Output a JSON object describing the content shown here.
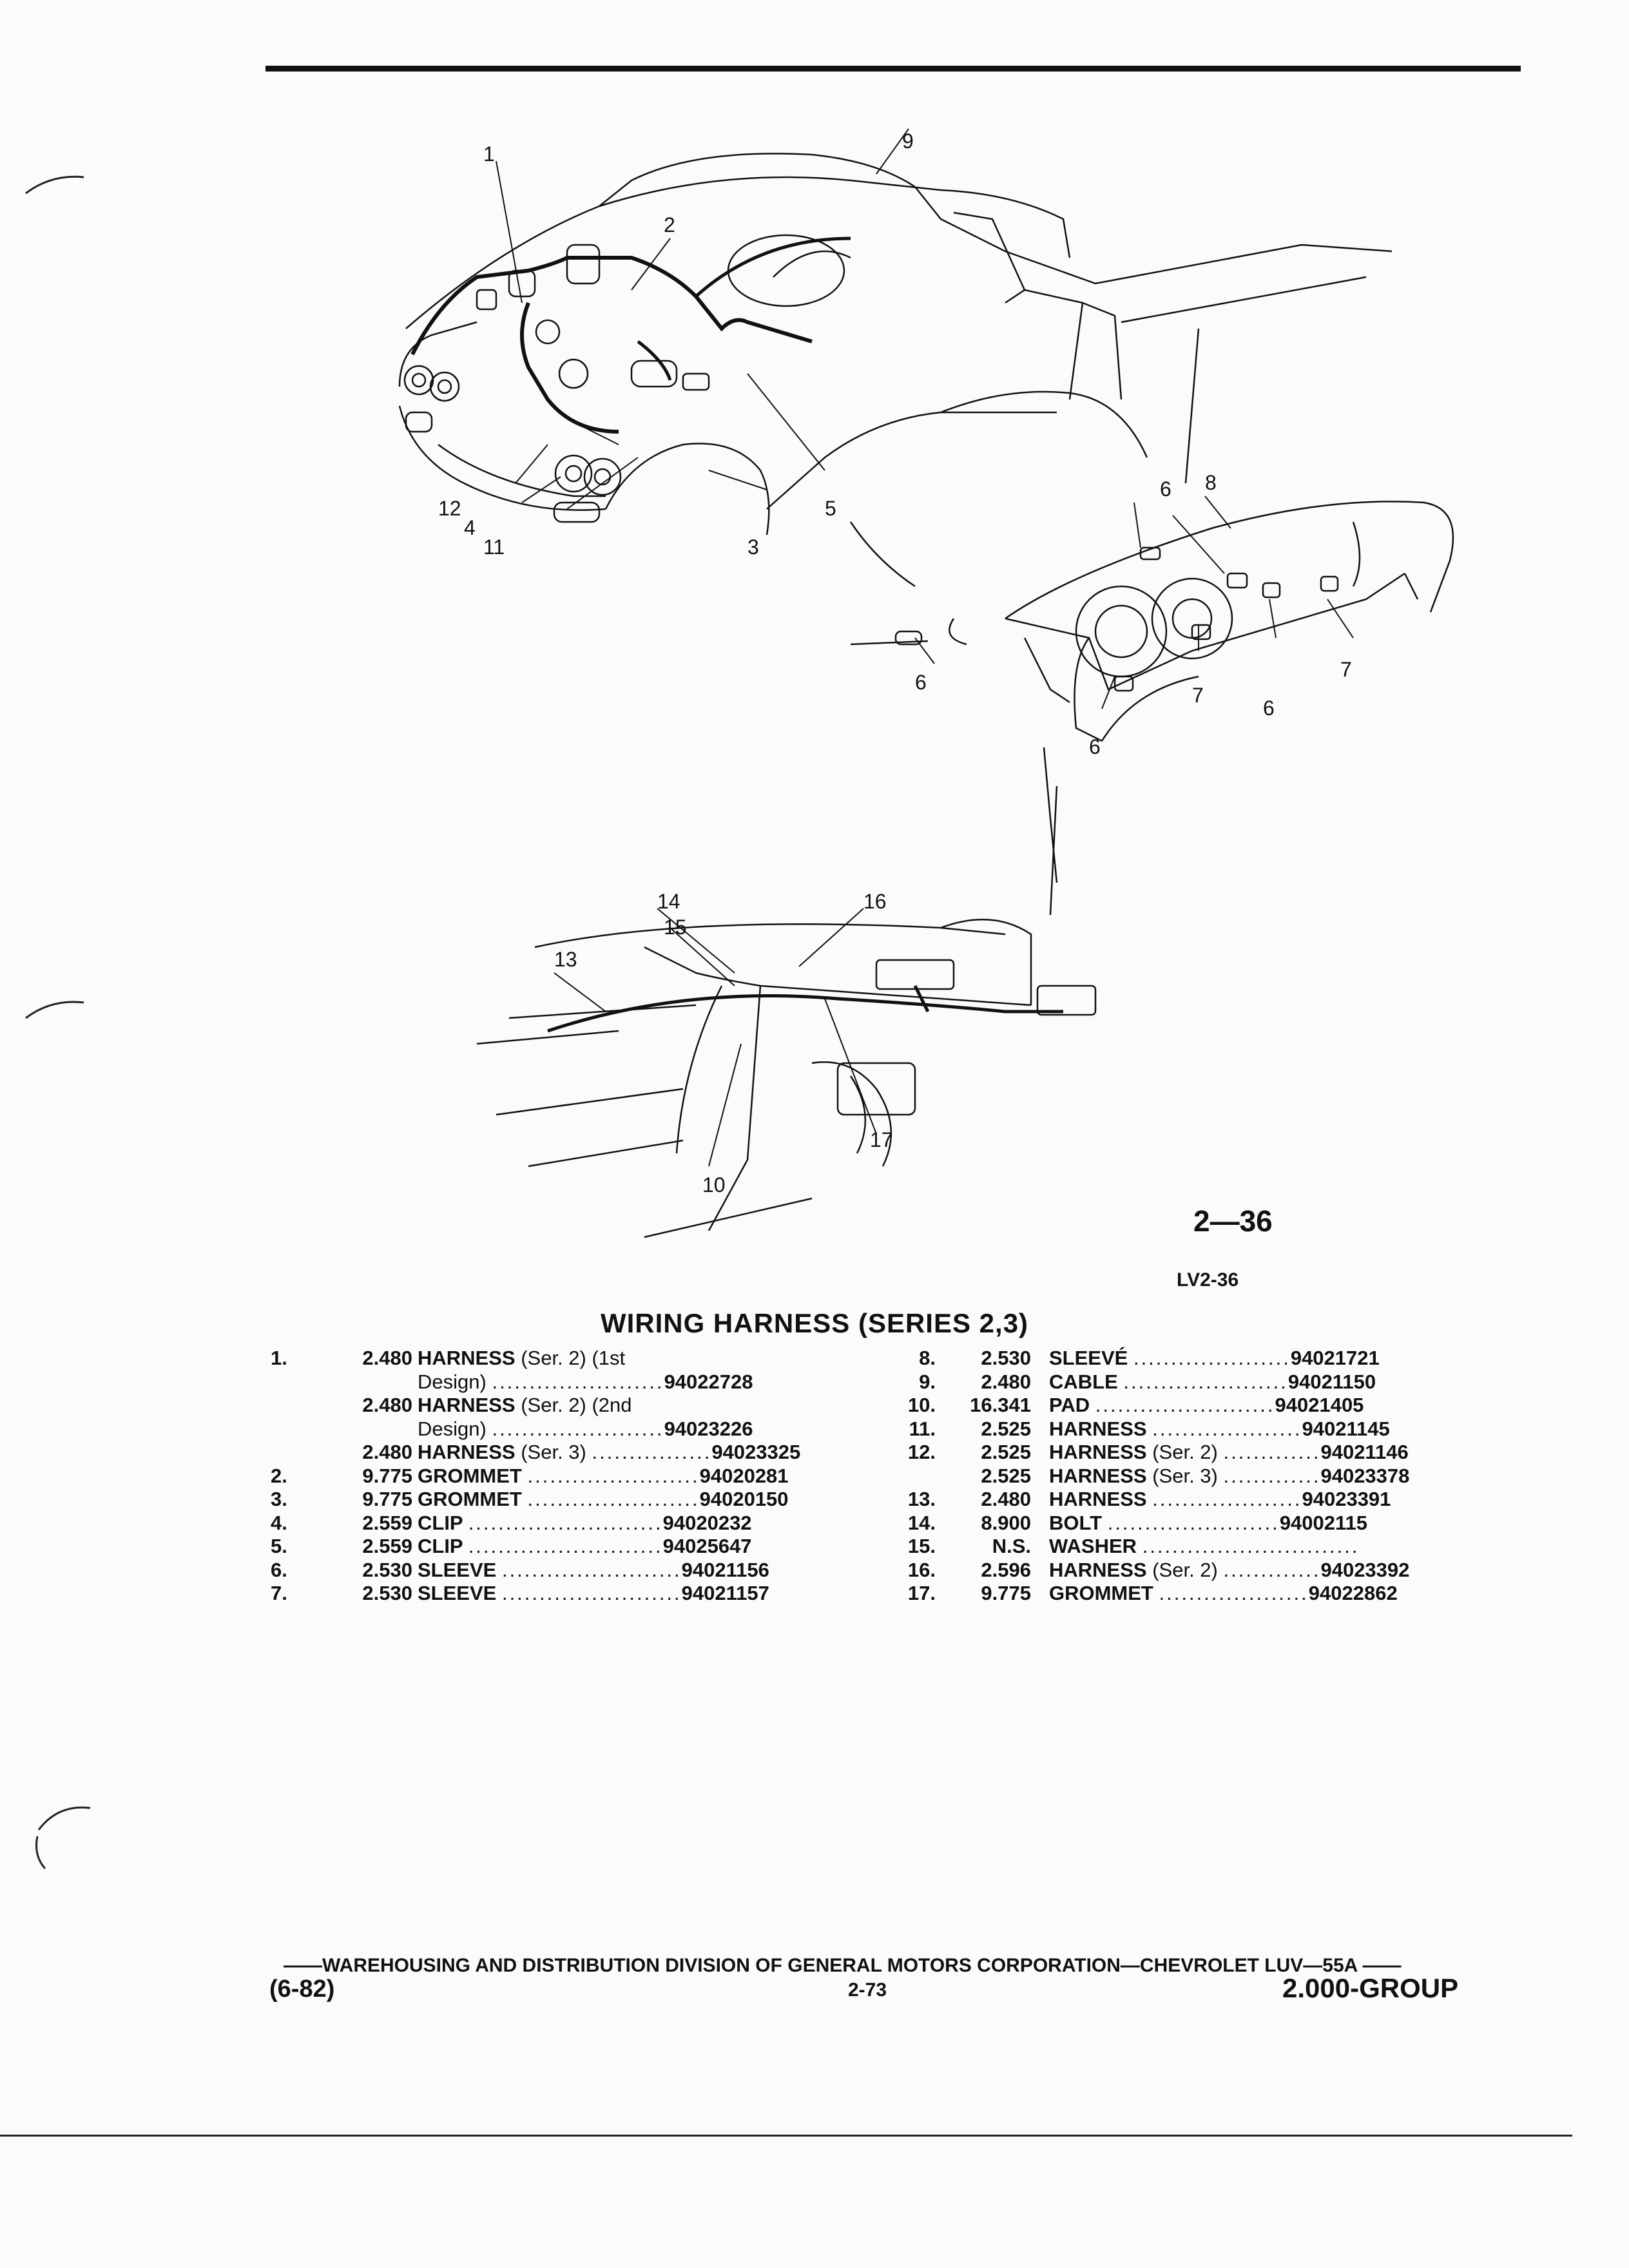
{
  "figure": {
    "number": "2—36",
    "code": "LV2-36",
    "callouts": [
      "1",
      "2",
      "3",
      "4",
      "5",
      "6",
      "7",
      "8",
      "9",
      "10",
      "11",
      "12",
      "13",
      "14",
      "15",
      "16",
      "17"
    ]
  },
  "section_title": "WIRING HARNESS (SERIES 2,3)",
  "parts_left": [
    {
      "num": "1.",
      "group": "2.480",
      "name": "HARNESS",
      "qual": "(Ser. 2) (1st",
      "pn": ""
    },
    {
      "num": "",
      "group": "",
      "name": "",
      "qual": "Design)",
      "pn": "94022728"
    },
    {
      "num": "",
      "group": "2.480",
      "name": "HARNESS",
      "qual": "(Ser. 2) (2nd",
      "pn": ""
    },
    {
      "num": "",
      "group": "",
      "name": "",
      "qual": "Design)",
      "pn": "94023226"
    },
    {
      "num": "",
      "group": "2.480",
      "name": "HARNESS",
      "qual": "(Ser. 3)",
      "pn": "94023325"
    },
    {
      "num": "2.",
      "group": "9.775",
      "name": "GROMMET",
      "qual": "",
      "pn": "94020281"
    },
    {
      "num": "3.",
      "group": "9.775",
      "name": "GROMMET",
      "qual": "",
      "pn": "94020150"
    },
    {
      "num": "4.",
      "group": "2.559",
      "name": "CLIP",
      "qual": "",
      "pn": "94020232"
    },
    {
      "num": "5.",
      "group": "2.559",
      "name": "CLIP",
      "qual": "",
      "pn": "94025647"
    },
    {
      "num": "6.",
      "group": "2.530",
      "name": "SLEEVE",
      "qual": "",
      "pn": "94021156"
    },
    {
      "num": "7.",
      "group": "2.530",
      "name": "SLEEVE",
      "qual": "",
      "pn": "94021157"
    }
  ],
  "parts_right": [
    {
      "num": "8.",
      "group": "2.530",
      "name": "SLEEVÉ",
      "qual": "",
      "pn": "94021721"
    },
    {
      "num": "9.",
      "group": "2.480",
      "name": "CABLE",
      "qual": "",
      "pn": "94021150"
    },
    {
      "num": "10.",
      "group": "16.341",
      "name": "PAD",
      "qual": "",
      "pn": "94021405"
    },
    {
      "num": "11.",
      "group": "2.525",
      "name": "HARNESS",
      "qual": "",
      "pn": "94021145"
    },
    {
      "num": "12.",
      "group": "2.525",
      "name": "HARNESS",
      "qual": "(Ser. 2)",
      "pn": "94021146"
    },
    {
      "num": "",
      "group": "2.525",
      "name": "HARNESS",
      "qual": "(Ser. 3)",
      "pn": "94023378"
    },
    {
      "num": "13.",
      "group": "2.480",
      "name": "HARNESS",
      "qual": "",
      "pn": "94023391"
    },
    {
      "num": "14.",
      "group": "8.900",
      "name": "BOLT",
      "qual": "",
      "pn": "94002115"
    },
    {
      "num": "15.",
      "group": "N.S.",
      "name": "WASHER",
      "qual": "",
      "pn": ""
    },
    {
      "num": "16.",
      "group": "2.596",
      "name": "HARNESS",
      "qual": "(Ser. 2)",
      "pn": "94023392"
    },
    {
      "num": "17.",
      "group": "9.775",
      "name": "GROMMET",
      "qual": "",
      "pn": "94022862"
    }
  ],
  "footer": {
    "line": "——WAREHOUSING AND DISTRIBUTION DIVISION OF GENERAL MOTORS CORPORATION—CHEVROLET LUV—55A ——",
    "date": "(6-82)",
    "page": "2-73",
    "group": "2.000-GROUP"
  },
  "colors": {
    "ink": "#111111",
    "paper": "#fbfbf9"
  }
}
